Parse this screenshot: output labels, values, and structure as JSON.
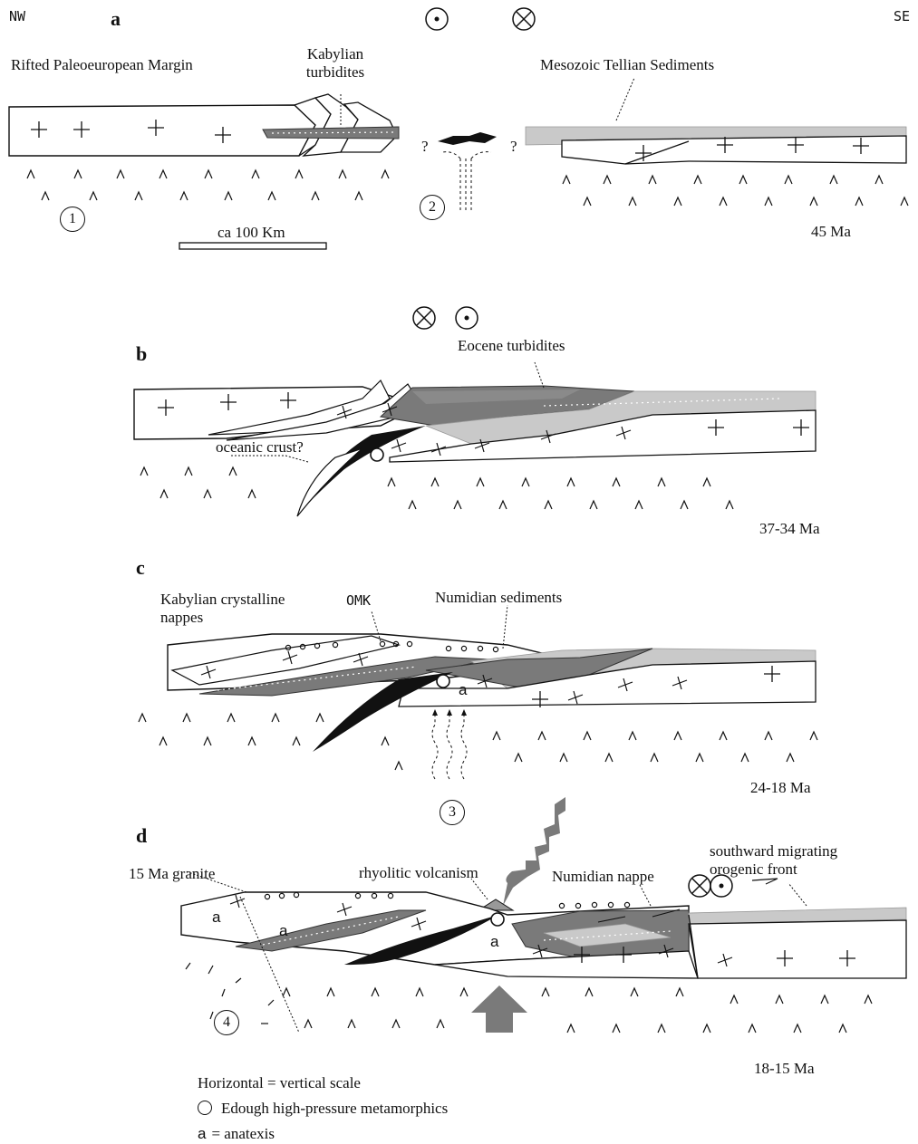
{
  "compass": {
    "nw": "NW",
    "se": "SE"
  },
  "panels": {
    "a": {
      "letter": "a",
      "labels": {
        "margin": "Rifted Paleoeuropean Margin",
        "kabylian_turbidites": "Kabylian turbidites",
        "tellian": "Mesozoic Tellian Sediments",
        "scale": "ca 100 Km",
        "age": "45 Ma",
        "circle1": "1",
        "circle2": "2",
        "q1": "?",
        "q2": "?"
      }
    },
    "b": {
      "letter": "b",
      "labels": {
        "eocene": "Eocene turbidites",
        "oceanic": "oceanic crust?",
        "age": "37-34 Ma"
      }
    },
    "c": {
      "letter": "c",
      "labels": {
        "kabylian_nappes": "Kabylian crystalline nappes",
        "omk": "OMK",
        "numidian_sed": "Numidian sediments",
        "a": "a",
        "circle3": "3",
        "age": "24-18 Ma"
      }
    },
    "d": {
      "letter": "d",
      "labels": {
        "granite": "15 Ma granite",
        "rhyolitic": "rhyolitic volcanism",
        "numidian_nappe": "Numidian nappe",
        "front": "southward migrating orogenic front",
        "a1": "a",
        "a2": "a",
        "a3": "a",
        "circle4": "4",
        "age": "18-15 Ma"
      }
    }
  },
  "legend": {
    "scale_note": "Horizontal = vertical scale",
    "edough": "Edough high-pressure metamorphics",
    "anatexis_symbol": "a",
    "anatexis": "= anatexis"
  },
  "colors": {
    "dark_gray": "#7a7a7a",
    "light_gray": "#c9c9c9",
    "black": "#111111",
    "white": "#ffffff"
  }
}
